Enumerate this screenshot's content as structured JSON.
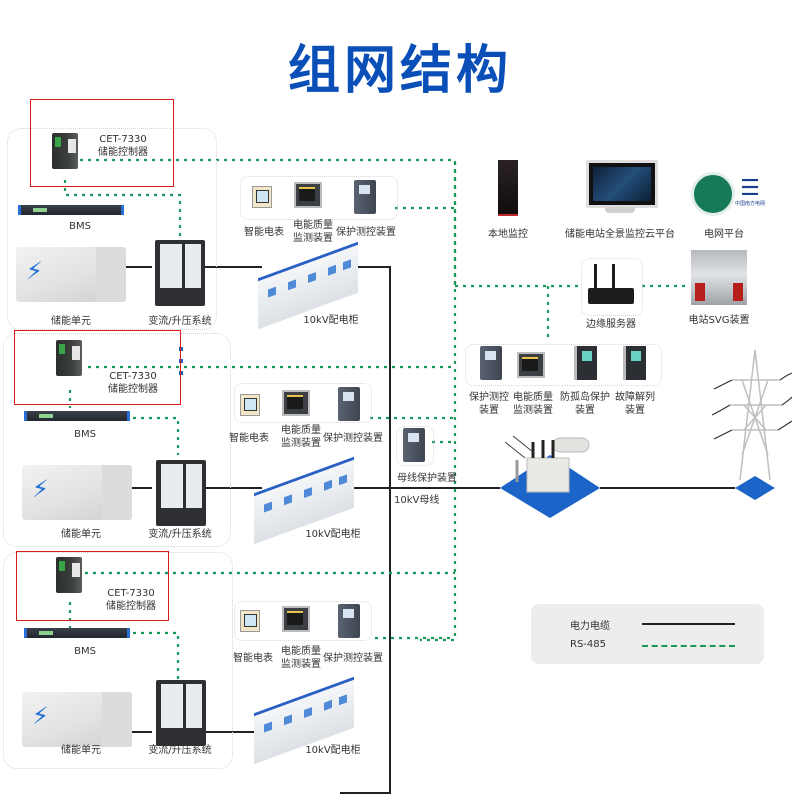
{
  "title": "组网结构",
  "colors": {
    "title": "#0a4fb8",
    "power_cable": "#222222",
    "rs485": "#1a9a5a",
    "highlight_box": "#d91a1a",
    "platform_blue": "#1d64c8"
  },
  "storage_units": [
    {
      "controller_model": "CET-7330",
      "controller_name": "储能控制器",
      "bms": "BMS",
      "battery": "储能单元",
      "pcs": "变流/升压系统",
      "devices": [
        "智能电表",
        "电能质量\n监测装置",
        "保护测控装置"
      ],
      "device_labels": {
        "meter": "智能电表",
        "pq_line1": "电能质量",
        "pq_line2": "监测装置",
        "relay": "保护测控装置"
      },
      "cabinet": "10kV配电柜"
    },
    {
      "controller_model": "CET-7330",
      "controller_name": "储能控制器",
      "bms": "BMS",
      "battery": "储能单元",
      "pcs": "变流/升压系统",
      "device_labels": {
        "meter": "智能电表",
        "pq_line1": "电能质量",
        "pq_line2": "监测装置",
        "relay": "保护测控装置"
      },
      "cabinet": "10kV配电柜"
    },
    {
      "controller_model": "CET-7330",
      "controller_name": "储能控制器",
      "bms": "BMS",
      "battery": "储能单元",
      "pcs": "变流/升压系统",
      "device_labels": {
        "meter": "智能电表",
        "pq_line1": "电能质量",
        "pq_line2": "监测装置",
        "relay": "保护测控装置"
      },
      "cabinet": "10kV配电柜"
    }
  ],
  "bus": {
    "bus_protection": "母线保护装置",
    "bus_label": "10kV母线"
  },
  "platforms": {
    "local_monitor": "本地监控",
    "cloud_platform": "储能电站全景监控云平台",
    "grid_platform": "电网平台",
    "edge_server": "边缘服务器",
    "svg_device": "电站SVG装置",
    "grid_logo_text": "中国南方电网"
  },
  "station_devices": [
    {
      "line1": "保护测控",
      "line2": "装置"
    },
    {
      "line1": "电能质量",
      "line2": "监测装置"
    },
    {
      "line1": "防孤岛保护",
      "line2": "装置"
    },
    {
      "line1": "故障解列",
      "line2": "装置"
    }
  ],
  "legend": {
    "power_cable": "电力电缆",
    "rs485": "RS-485"
  }
}
